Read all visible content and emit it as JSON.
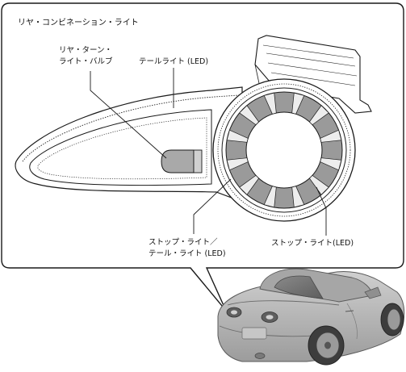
{
  "title": "リヤ・コンビネーション・ライト",
  "labels": {
    "rear_turn_bulb_line1": "リヤ・ターン・",
    "rear_turn_bulb_line2": "ライト・バルブ",
    "tail_light_led": "テールライト (LED)",
    "stop_tail_line1": "ストップ・ライト／",
    "stop_tail_line2": "テール・ライト (LED)",
    "stop_light_led": "ストップ・ライト(LED)"
  },
  "colors": {
    "line": "#1a1a1a",
    "lamp_gray": "#9a9a9a",
    "car_body": "#b9b9b9",
    "car_dark": "#6f6f6f",
    "background": "#ffffff"
  }
}
